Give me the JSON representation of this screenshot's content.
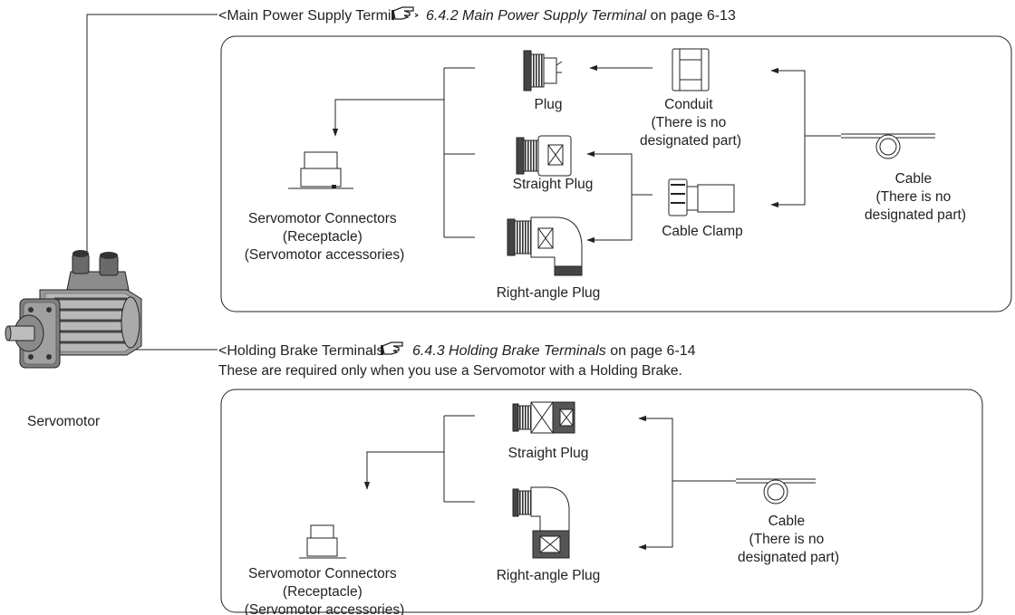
{
  "main_power": {
    "heading": "<Main Power Supply Terminal>",
    "ref_title": "6.4.2 Main Power Supply Terminal",
    "ref_page": " on page 6-13",
    "plug": "Plug",
    "straight_plug": "Straight Plug",
    "right_angle_plug": "Right-angle Plug",
    "conduit": [
      "Conduit",
      "(There is no",
      "designated part)"
    ],
    "cable_clamp": "Cable Clamp",
    "cable": [
      "Cable",
      "(There is no",
      "designated part)"
    ],
    "connectors": [
      "Servomotor Connectors",
      "(Receptacle)",
      "(Servomotor accessories)"
    ]
  },
  "holding_brake": {
    "heading": "<Holding Brake Terminals>",
    "ref_title": "6.4.3 Holding Brake Terminals",
    "ref_page": " on page 6-14",
    "note": "These are required only when you use a Servomotor with a Holding Brake.",
    "straight_plug": "Straight Plug",
    "right_angle_plug": "Right-angle Plug",
    "cable": [
      "Cable",
      "(There is no",
      "designated part)"
    ],
    "connectors": [
      "Servomotor Connectors",
      "(Receptacle)",
      "(Servomotor accessories)"
    ]
  },
  "servomotor_label": "Servomotor",
  "icons": [
    "reference-hand-icon",
    "servomotor-image",
    "connector-receptacle-icon",
    "plug-icon",
    "conduit-icon",
    "cable-clamp-icon",
    "cable-coil-icon"
  ]
}
